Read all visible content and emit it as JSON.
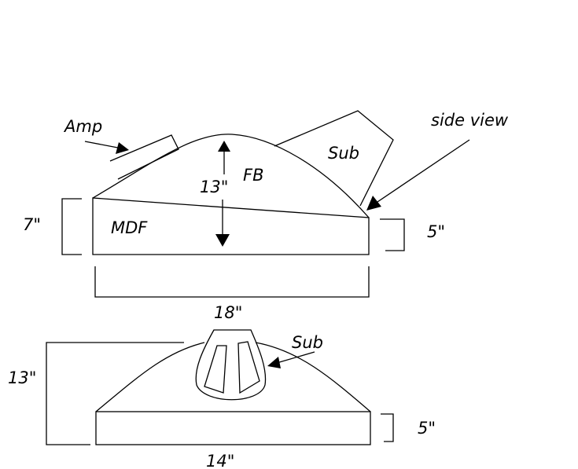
{
  "labels": {
    "amp": "Amp",
    "side_view": "side view",
    "sub_side": "Sub",
    "fb": "FB",
    "mdf": "MDF",
    "height_13_side": "13\"",
    "height_7": "7\"",
    "height_5_side": "5\"",
    "width_18": "18\"",
    "sub_front": "Sub",
    "height_13_front": "13\"",
    "height_5_front": "5\"",
    "width_14": "14\""
  }
}
